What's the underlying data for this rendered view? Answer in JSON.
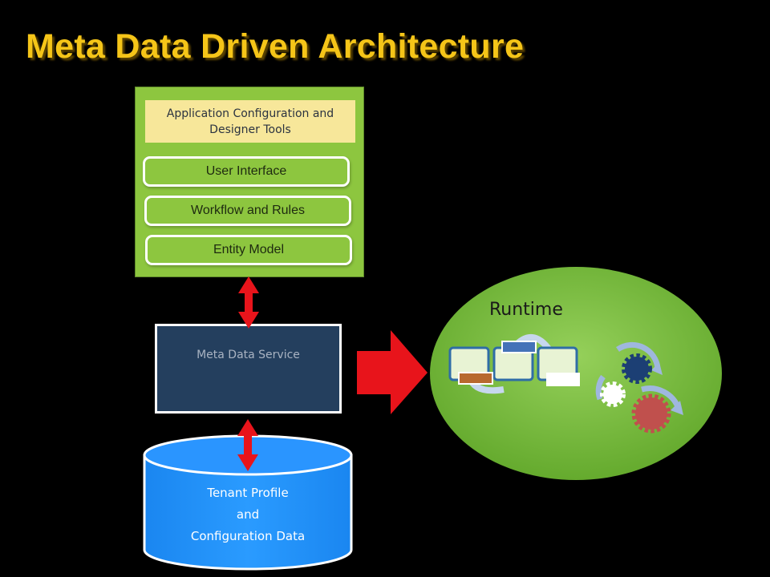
{
  "title": "Meta Data Driven Architecture",
  "designer": {
    "header": "Application Configuration and Designer Tools",
    "layers": [
      "User Interface",
      "Workflow and Rules",
      "Entity Model"
    ]
  },
  "service": {
    "label": "Meta Data Service"
  },
  "datastore": {
    "lines": [
      "Tenant Profile",
      "and",
      "Configuration Data"
    ]
  },
  "runtime": {
    "label": "Runtime"
  },
  "colors": {
    "title": "#f5c518",
    "designer_panel": "#8dc63f",
    "designer_header": "#f7e79a",
    "service_box": "#243f5e",
    "datastore": "#1e90ff",
    "runtime_ellipse": "#7cc242",
    "arrows": "#e8141b"
  }
}
